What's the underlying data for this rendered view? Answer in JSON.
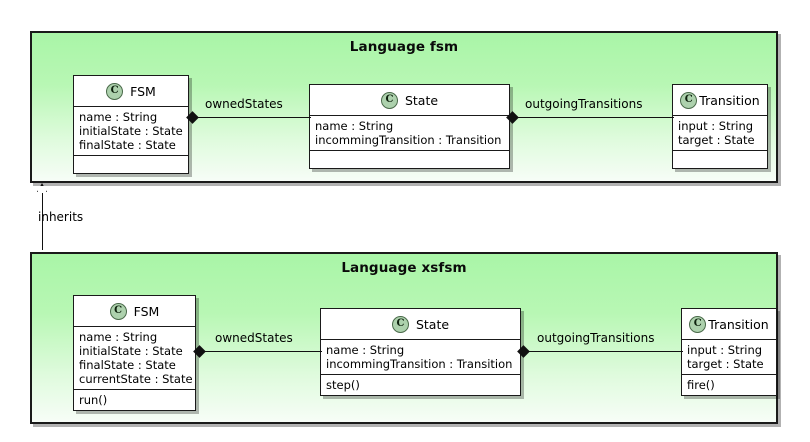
{
  "diagram": {
    "type": "uml-class-diagram",
    "packages": [
      {
        "id": "fsm",
        "title": "Language fsm",
        "classes": [
          {
            "id": "fsm-FSM",
            "icon": "class-icon",
            "name": "FSM",
            "attributes": [
              "name : String",
              "initialState : State",
              "finalState : State"
            ],
            "operations": []
          },
          {
            "id": "fsm-State",
            "icon": "class-icon",
            "name": "State",
            "attributes": [
              "name : String",
              "incommingTransition : Transition"
            ],
            "operations": []
          },
          {
            "id": "fsm-Transition",
            "icon": "class-icon",
            "name": "Transition",
            "attributes": [
              "input : String",
              "target : State"
            ],
            "operations": []
          }
        ],
        "associations": [
          {
            "id": "fsm-ownedStates",
            "label": "ownedStates",
            "from": "FSM",
            "to": "State",
            "kind": "composition"
          },
          {
            "id": "fsm-outgoingTransitions",
            "label": "outgoingTransitions",
            "from": "State",
            "to": "Transition",
            "kind": "composition"
          }
        ]
      },
      {
        "id": "xsfsm",
        "title": "Language xsfsm",
        "classes": [
          {
            "id": "xsfsm-FSM",
            "icon": "class-icon",
            "name": "FSM",
            "attributes": [
              "name : String",
              "initialState : State",
              "finalState : State",
              "currentState : State"
            ],
            "operations": [
              "run()"
            ]
          },
          {
            "id": "xsfsm-State",
            "icon": "class-icon",
            "name": "State",
            "attributes": [
              "name : String",
              "incommingTransition : Transition"
            ],
            "operations": [
              "step()"
            ]
          },
          {
            "id": "xsfsm-Transition",
            "icon": "class-icon",
            "name": "Transition",
            "attributes": [
              "input : String",
              "target : State"
            ],
            "operations": [
              "fire()"
            ]
          }
        ],
        "associations": [
          {
            "id": "xsfsm-ownedStates",
            "label": "ownedStates",
            "from": "FSM",
            "to": "State",
            "kind": "composition"
          },
          {
            "id": "xsfsm-outgoingTransitions",
            "label": "outgoingTransitions",
            "from": "State",
            "to": "Transition",
            "kind": "composition"
          }
        ]
      }
    ],
    "relations": [
      {
        "id": "inherits",
        "label": "inherits",
        "from": "xsfsm",
        "to": "fsm",
        "kind": "generalization"
      }
    ],
    "class_icon_letter": "C",
    "colors": {
      "package_fill_top": "#A9F5A7",
      "package_fill_bottom": "#F7FDF7",
      "package_border": "#1a1a1a",
      "class_fill": "#ffffff",
      "class_border": "#1a1a1a",
      "icon_fill": "#ADD1AD",
      "line": "#111111",
      "text": "#000000",
      "background": "#ffffff"
    }
  }
}
